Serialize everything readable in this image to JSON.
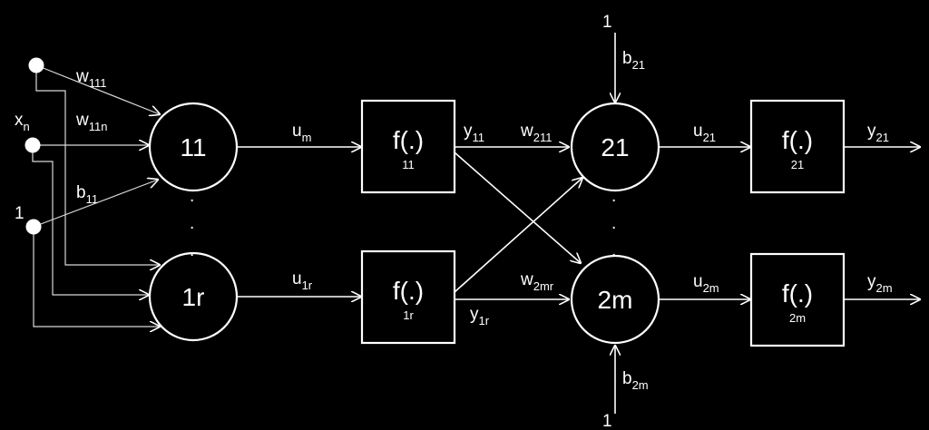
{
  "nodes": {
    "n11": "11",
    "n1r": "1r",
    "n21": "21",
    "n2m": "2m"
  },
  "blocks": {
    "f11": {
      "label": "f(.)",
      "sub": "11"
    },
    "f1r": {
      "label": "f(.)",
      "sub": "1r"
    },
    "f21": {
      "label": "f(.)",
      "sub": "21"
    },
    "f2m": {
      "label": "f(.)",
      "sub": "2m"
    }
  },
  "inputs": {
    "xn": {
      "base": "x",
      "sub": "n"
    },
    "one": "1"
  },
  "bias_inputs": {
    "top": "1",
    "bottom": "1"
  },
  "edge_labels": {
    "w111": {
      "base": "w",
      "sub": "111"
    },
    "w11n": {
      "base": "w",
      "sub": "11n"
    },
    "b11": {
      "base": "b",
      "sub": "11"
    },
    "um": {
      "base": "u",
      "sub": "m"
    },
    "u1r": {
      "base": "u",
      "sub": "1r"
    },
    "y11": {
      "base": "y",
      "sub": "11"
    },
    "y1r": {
      "base": "y",
      "sub": "1r"
    },
    "w211": {
      "base": "w",
      "sub": "211"
    },
    "w2mr": {
      "base": "w",
      "sub": "2mr"
    },
    "b21": {
      "base": "b",
      "sub": "21"
    },
    "b2m": {
      "base": "b",
      "sub": "2m"
    },
    "u21": {
      "base": "u",
      "sub": "21"
    },
    "u2m": {
      "base": "u",
      "sub": "2m"
    },
    "y21": {
      "base": "y",
      "sub": "21"
    },
    "y2m": {
      "base": "y",
      "sub": "2m"
    }
  },
  "ellipsis": "."
}
